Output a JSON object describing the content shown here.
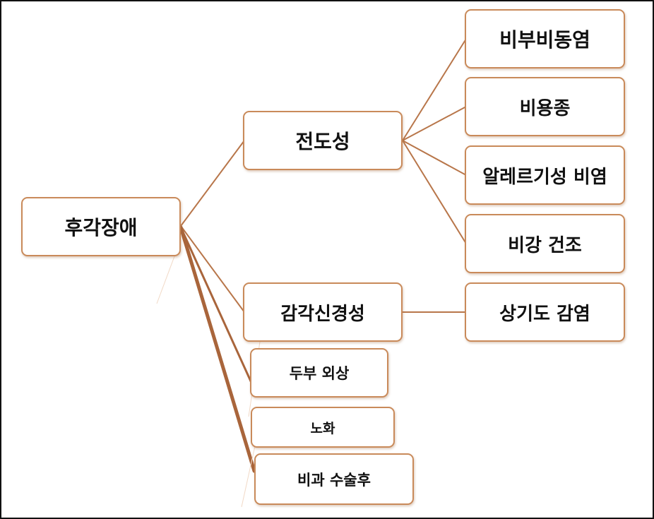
{
  "diagram": {
    "root": "후각장애",
    "branch_conductive": "전도성",
    "branch_sensorineural": "감각신경성",
    "conductive_children": [
      "비부비동염",
      "비용종",
      "알레르기성 비염",
      "비강 건조"
    ],
    "sensorineural_child": "상기도 감염",
    "other_causes": [
      "두부 외상",
      "노화",
      "비과 수술후"
    ],
    "line_color": "#b8764a",
    "border_color": "#c98a5a"
  }
}
